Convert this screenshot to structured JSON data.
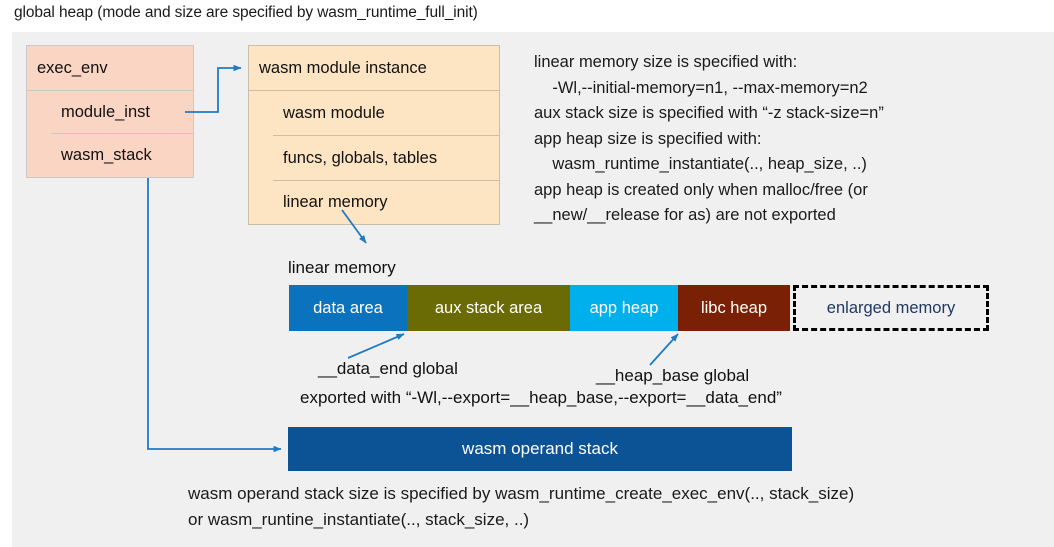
{
  "title": "global heap (mode and size are specified by wasm_runtime_full_init)",
  "exec_env": {
    "title": "exec_env",
    "fields": [
      {
        "label": "module_inst"
      },
      {
        "label": "wasm_stack"
      }
    ]
  },
  "module_instance": {
    "title": "wasm module instance",
    "fields": [
      {
        "label": "wasm module"
      },
      {
        "label": "funcs, globals, tables"
      },
      {
        "label": "linear memory"
      }
    ]
  },
  "runtime_notes": "linear memory size is specified with:\n    -Wl,--initial-memory=n1, --max-memory=n2\naux stack size is specified with “-z stack-size=n”\napp heap size is specified with:\n    wasm_runtime_instantiate(.., heap_size, ..)\napp heap is created only when malloc/free (or\n__new/__release for as) are not exported",
  "linear_memory": {
    "caption": "linear memory",
    "segments": [
      {
        "label": "data area",
        "color": "#0b72bd",
        "width": 118
      },
      {
        "label": "aux stack area",
        "color": "#6b6b06",
        "width": 163
      },
      {
        "label": "app heap",
        "color": "#00b0ec",
        "width": 108
      },
      {
        "label": "libc heap",
        "color": "#7a2105",
        "width": 112
      },
      {
        "label": "enlarged memory",
        "color": "#f0f0f0",
        "width": 196
      }
    ]
  },
  "globals": {
    "data_end_label": "__data_end global",
    "heap_base_label": "__heap_base global",
    "exported_with": "exported with “-Wl,--export=__heap_base,--export=__data_end”"
  },
  "operand_stack": {
    "label": "wasm operand stack",
    "notes": "wasm operand stack size is specified by wasm_runtime_create_exec_env(.., stack_size)\nor wasm_runtine_instantiate(.., stack_size, ..)"
  },
  "colors": {
    "panel_bg": "#f0f0f0",
    "exec_env_fill": "#fbd5c4",
    "module_instance_fill": "#fde5c3",
    "operand_stack_fill": "#0b5394",
    "arrow": "#1f7ac4"
  }
}
